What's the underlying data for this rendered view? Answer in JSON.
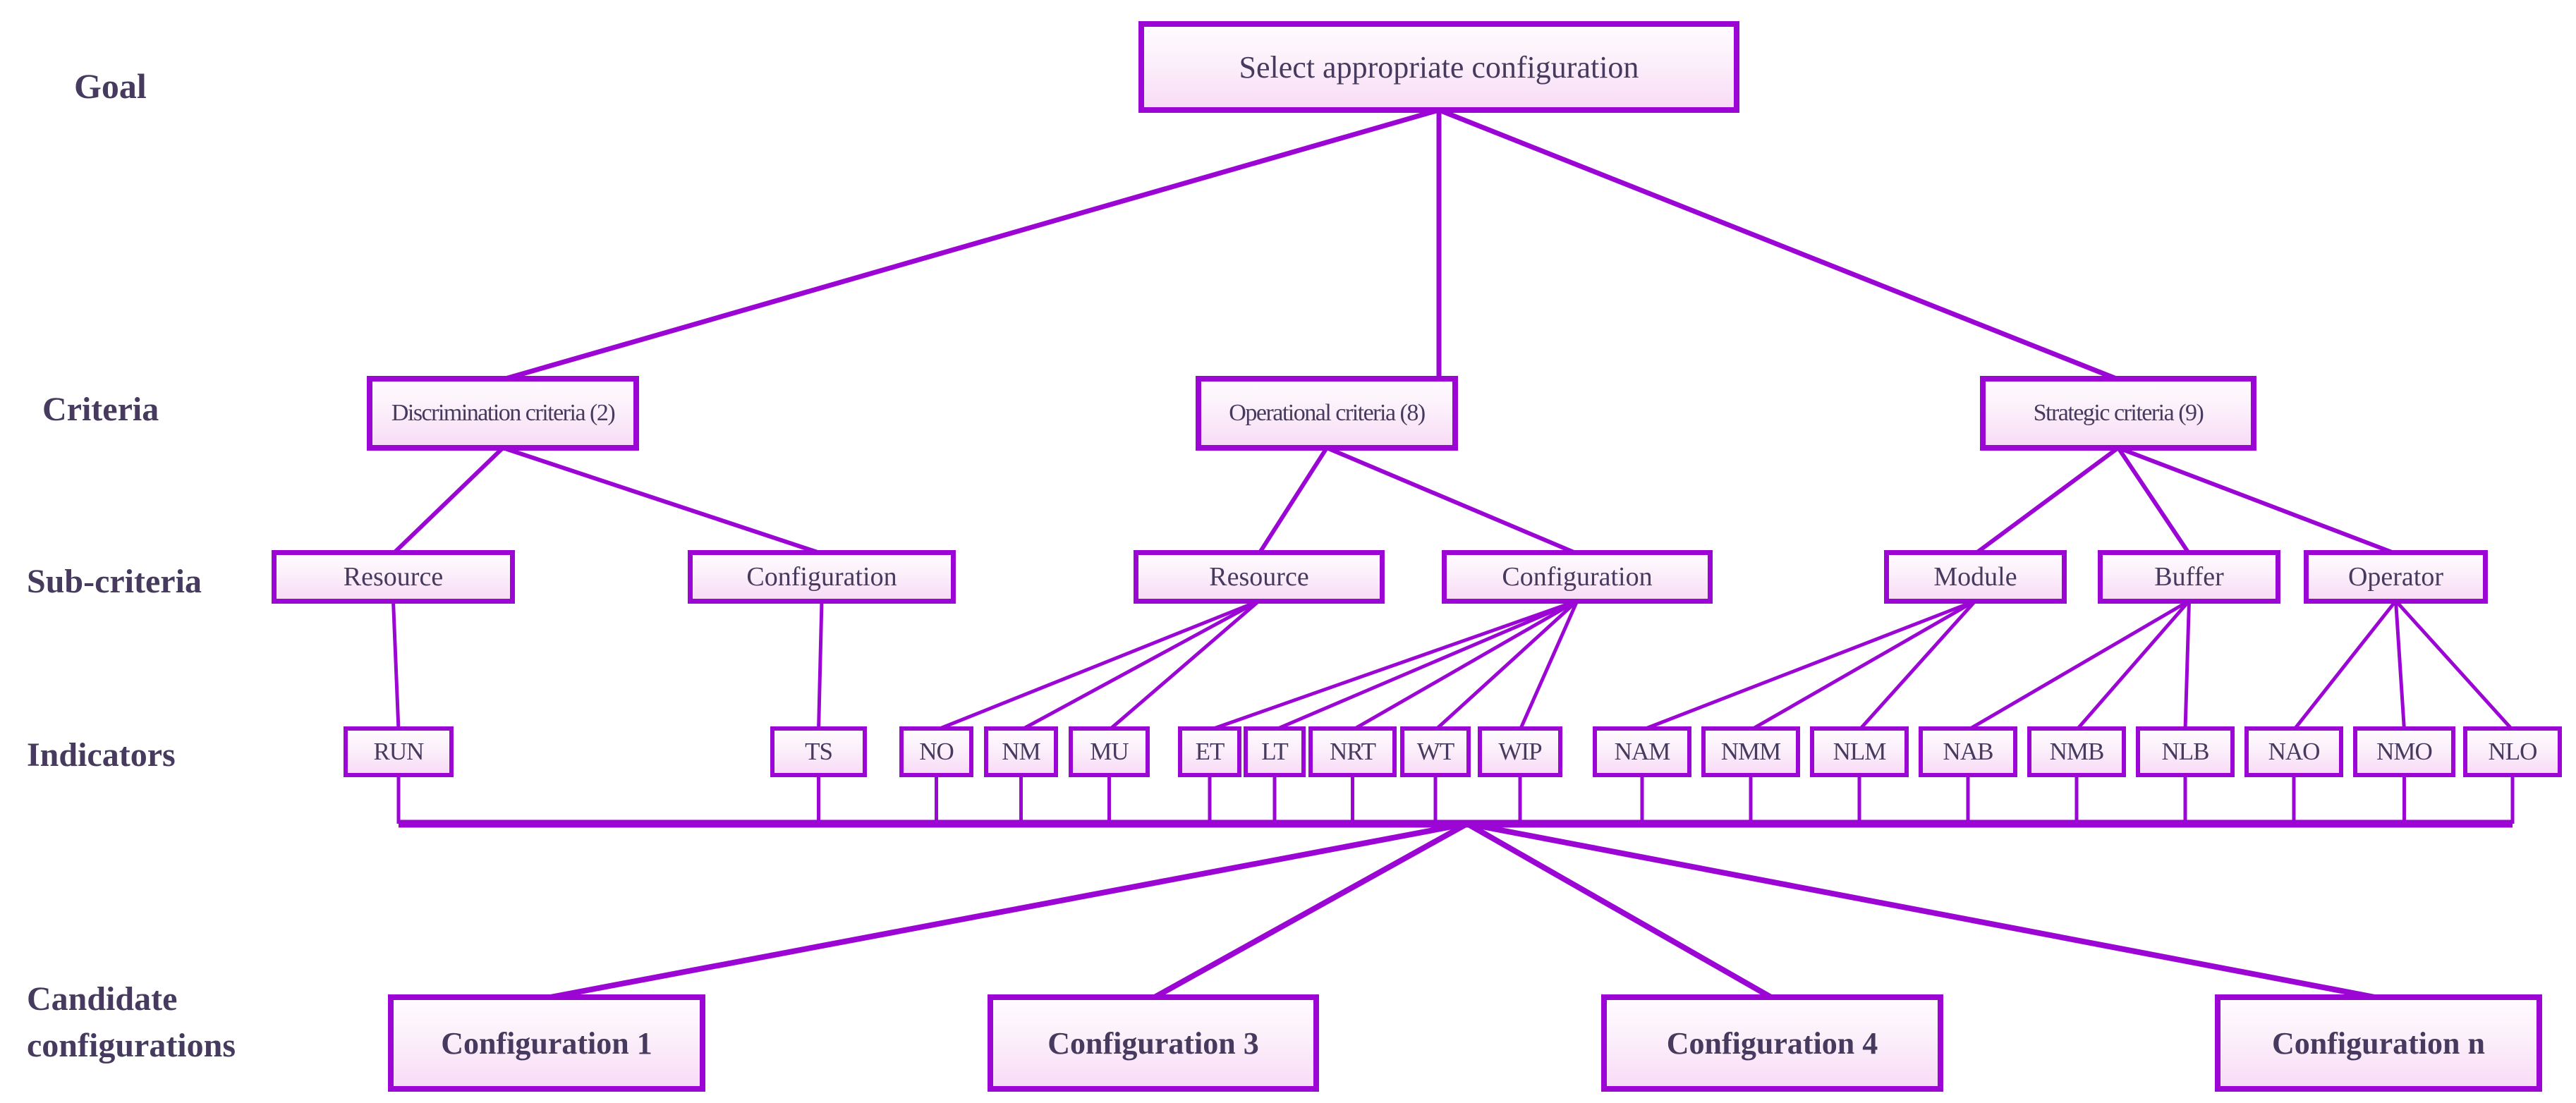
{
  "diagram": {
    "colors": {
      "line": "#9B06D4",
      "box_border": "#9B06D4",
      "box_fill_top": "#FEFBFE",
      "box_fill_bottom": "#F8DCF6",
      "text": "#463B5E"
    },
    "row_labels": {
      "goal": "Goal",
      "criteria": "Criteria",
      "sub_criteria": "Sub-criteria",
      "indicators": "Indicators",
      "candidate_line1": "Candidate",
      "candidate_line2": "configurations"
    },
    "nodes": {
      "goal": {
        "label": "Select appropriate configuration"
      },
      "discrimination": {
        "label": "Discrimination criteria (2)"
      },
      "operational": {
        "label": "Operational criteria (8)"
      },
      "strategic": {
        "label": "Strategic criteria (9)"
      },
      "resource1": {
        "label": "Resource"
      },
      "configuration1": {
        "label": "Configuration"
      },
      "resource2": {
        "label": "Resource"
      },
      "configuration2": {
        "label": "Configuration"
      },
      "module": {
        "label": "Module"
      },
      "buffer": {
        "label": "Buffer"
      },
      "operator": {
        "label": "Operator"
      },
      "run": {
        "label": "RUN"
      },
      "ts": {
        "label": "TS"
      },
      "no": {
        "label": "NO"
      },
      "nm": {
        "label": "NM"
      },
      "mu": {
        "label": "MU"
      },
      "et": {
        "label": "ET"
      },
      "lt": {
        "label": "LT"
      },
      "nrt": {
        "label": "NRT"
      },
      "wt": {
        "label": "WT"
      },
      "wip": {
        "label": "WIP"
      },
      "nam": {
        "label": "NAM"
      },
      "nmm": {
        "label": "NMM"
      },
      "nlm": {
        "label": "NLM"
      },
      "nab": {
        "label": "NAB"
      },
      "nmb": {
        "label": "NMB"
      },
      "nlb": {
        "label": "NLB"
      },
      "nao": {
        "label": "NAO"
      },
      "nmo": {
        "label": "NMO"
      },
      "nlo": {
        "label": "NLO"
      },
      "config1": {
        "label": "Configuration 1"
      },
      "config3": {
        "label": "Configuration 3"
      },
      "config4": {
        "label": "Configuration 4"
      },
      "confign": {
        "label": "Configuration n"
      }
    },
    "edges": [
      {
        "from": "goal",
        "to": "discrimination"
      },
      {
        "from": "goal",
        "to": "operational",
        "vertical": true
      },
      {
        "from": "goal",
        "to": "strategic"
      },
      {
        "from": "discrimination",
        "to": "resource1"
      },
      {
        "from": "discrimination",
        "to": "configuration1"
      },
      {
        "from": "operational",
        "to": "resource2"
      },
      {
        "from": "operational",
        "to": "configuration2"
      },
      {
        "from": "strategic",
        "to": "module"
      },
      {
        "from": "strategic",
        "to": "buffer"
      },
      {
        "from": "strategic",
        "to": "operator"
      },
      {
        "from": "resource1",
        "to": "run"
      },
      {
        "from": "configuration1",
        "to": "ts"
      },
      {
        "from": "resource2",
        "to": "no"
      },
      {
        "from": "resource2",
        "to": "nm"
      },
      {
        "from": "resource2",
        "to": "mu"
      },
      {
        "from": "configuration2",
        "to": "et"
      },
      {
        "from": "configuration2",
        "to": "lt"
      },
      {
        "from": "configuration2",
        "to": "nrt"
      },
      {
        "from": "configuration2",
        "to": "wt"
      },
      {
        "from": "configuration2",
        "to": "wip"
      },
      {
        "from": "module",
        "to": "nam"
      },
      {
        "from": "module",
        "to": "nmm"
      },
      {
        "from": "module",
        "to": "nlm"
      },
      {
        "from": "buffer",
        "to": "nab"
      },
      {
        "from": "buffer",
        "to": "nmb"
      },
      {
        "from": "buffer",
        "to": "nlb"
      },
      {
        "from": "operator",
        "to": "nao"
      },
      {
        "from": "operator",
        "to": "nmo"
      },
      {
        "from": "operator",
        "to": "nlo"
      }
    ],
    "bus": {
      "children": [
        "run",
        "ts",
        "no",
        "nm",
        "mu",
        "et",
        "lt",
        "nrt",
        "wt",
        "wip",
        "nam",
        "nmm",
        "nlm",
        "nab",
        "nmb",
        "nlb",
        "nao",
        "nmo",
        "nlo"
      ],
      "targets": [
        "config1",
        "config3",
        "config4",
        "confign"
      ]
    }
  }
}
